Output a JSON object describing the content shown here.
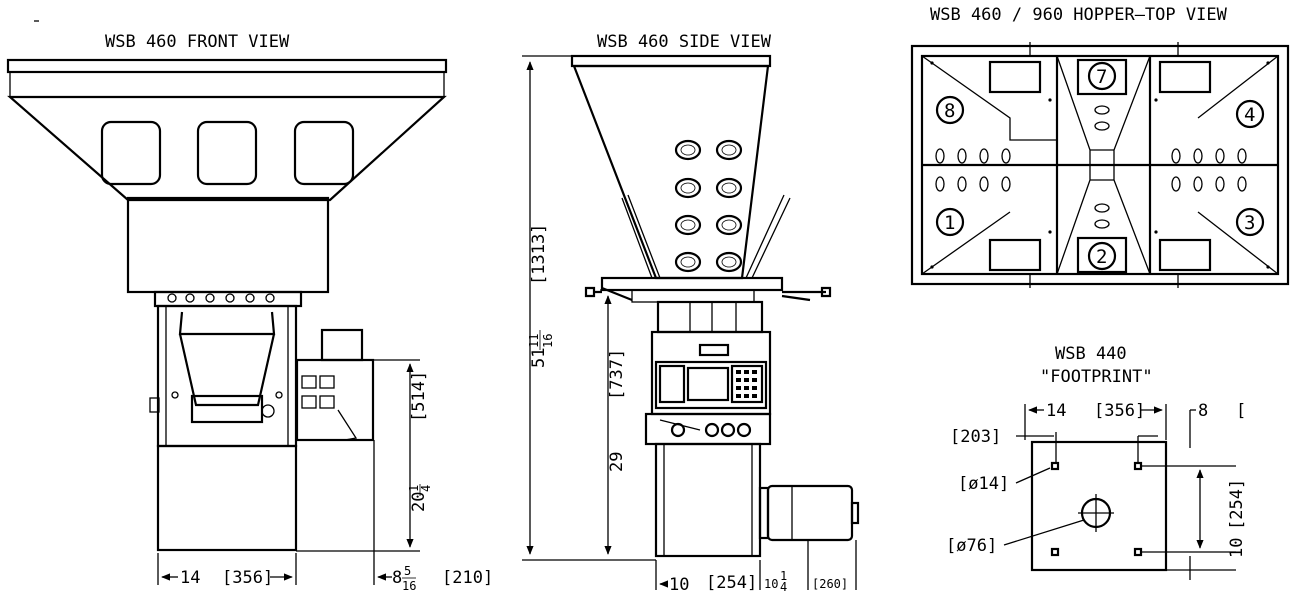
{
  "titles": {
    "front": "WSB 460 FRONT VIEW",
    "side": "WSB 460 SIDE VIEW",
    "top": "WSB 460 / 960 HOPPER–TOP VIEW",
    "footprint_line1": "WSB 440",
    "footprint_line2": "\"FOOTPRINT\""
  },
  "front_view": {
    "dim_height_lower": "20",
    "dim_height_lower_frac": "1",
    "dim_height_lower_frac_den": "4",
    "dim_514": "[514]",
    "dim_width_in": "14",
    "dim_width_mm": "[356]",
    "dim_offset_in": "8",
    "dim_offset_frac_num": "5",
    "dim_offset_frac_den": "16",
    "dim_offset_mm": "[210]"
  },
  "side_view": {
    "dim_total_in": "51",
    "dim_total_frac_num": "11",
    "dim_total_frac_den": "16",
    "dim_total_mm": "[1313]",
    "dim_29": "29",
    "dim_737": "[737]",
    "dim_depth_in": "10",
    "dim_depth_mm": "[254]",
    "dim_motor_in": "10",
    "dim_motor_frac": "1",
    "dim_motor_frac_den": "4",
    "dim_motor_mm": "[260]"
  },
  "top_view": {
    "station_labels": [
      "7",
      "8",
      "4",
      "1",
      "2",
      "3"
    ]
  },
  "footprint": {
    "dim_width_in": "14",
    "dim_width_mm": "[356]",
    "dim_203": "[203]",
    "dim_8": "8",
    "dim_cut": "[",
    "dim_hole_small": "[ø14]",
    "dim_hole_large": "[ø76]",
    "dim_254": "[254]",
    "dim_10": "10"
  }
}
